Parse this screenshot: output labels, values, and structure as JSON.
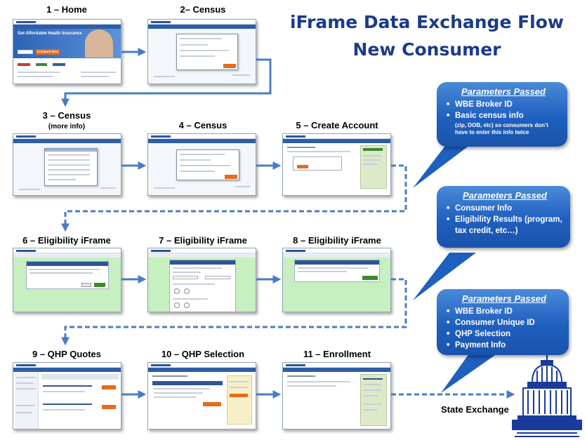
{
  "title": {
    "line1": "iFrame Data Exchange Flow",
    "line2": "New Consumer"
  },
  "steps": [
    {
      "label": "1 – Home"
    },
    {
      "label": "2– Census"
    },
    {
      "label": "3 – Census",
      "sub": "(more info)"
    },
    {
      "label": "4 – Census"
    },
    {
      "label": "5 – Create Account"
    },
    {
      "label": "6 – Eligibility iFrame"
    },
    {
      "label": "7 – Eligibility iFrame"
    },
    {
      "label": "8 – Eligibility iFrame"
    },
    {
      "label": "9 – QHP Quotes"
    },
    {
      "label": "10 – QHP Selection"
    },
    {
      "label": "11 – Enrollment"
    }
  ],
  "callouts": [
    {
      "header": "Parameters Passed",
      "items": [
        "WBE Broker ID",
        "Basic census info"
      ],
      "note": "(zip, DOB, etc) so consumers don’t have to enter this info twice"
    },
    {
      "header": "Parameters Passed",
      "items": [
        "Consumer Info",
        "Eligibility Results (program, tax credit, etc…)"
      ]
    },
    {
      "header": "Parameters Passed",
      "items": [
        "WBE Broker ID",
        "Consumer Unique ID",
        "QHP Selection",
        "Payment Info"
      ]
    }
  ],
  "destination": {
    "label": "State Exchange",
    "icon": "capitol-building-icon"
  },
  "screens": {
    "home_banner": "Get Affordable Health Insurance",
    "home_button": "Compare Now"
  },
  "colors": {
    "title": "#1a3a8c",
    "arrow": "#4a7cc4",
    "callout": "#1f5fbf",
    "eligibility_bg": "#c6f0c0"
  }
}
